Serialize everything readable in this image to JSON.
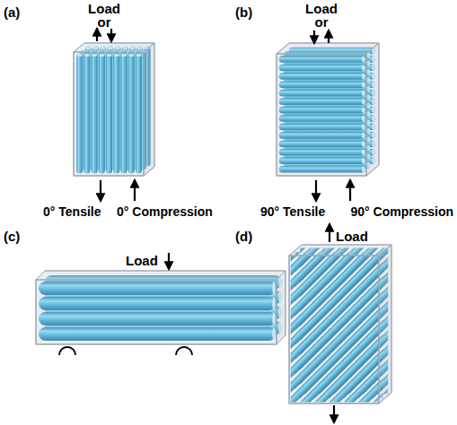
{
  "diagram": {
    "labels": [
      "(a)",
      "Load",
      "or",
      "(b)",
      "Load",
      "or",
      "0° Tensile",
      "0° Compression",
      "90° Tensile",
      "90° Compression",
      "(c)",
      "(d)",
      "Load",
      "Load"
    ]
  }
}
